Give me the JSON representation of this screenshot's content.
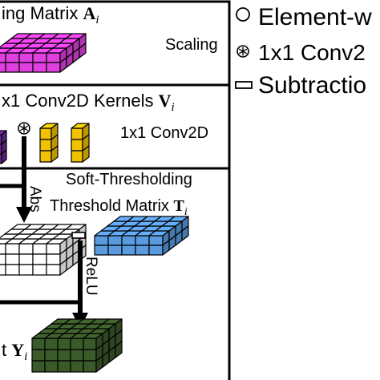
{
  "sections": {
    "scaling": {
      "title_text": "ing Matrix ",
      "title_symbol": "A",
      "title_sub": "i",
      "op_label": "Scaling"
    },
    "conv": {
      "title_text": "x1 Conv2D Kernels ",
      "title_symbol": "V",
      "title_sub": "i",
      "op_label": "1x1 Conv2D"
    },
    "soft": {
      "title": "Soft-Thresholding",
      "threshold_text": "Threshold Matrix ",
      "threshold_symbol": "T",
      "threshold_sub": "i",
      "abs_label": "Abs",
      "relu_label": "ReLU"
    },
    "output": {
      "text": "t ",
      "symbol": "Y",
      "sub": "i"
    }
  },
  "legend": [
    {
      "icon": "circle-icon",
      "label": "Element-w"
    },
    {
      "icon": "circled-asterisk-icon",
      "label": "1x1 Conv2"
    },
    {
      "icon": "minus-box-icon",
      "label": "Subtractio"
    }
  ],
  "colors": {
    "magenta": "#e040e0",
    "purple": "#6a2c9e",
    "yellow": "#f2c200",
    "blue": "#5a9be0",
    "green": "#3a5a2a",
    "white": "#ffffff"
  }
}
